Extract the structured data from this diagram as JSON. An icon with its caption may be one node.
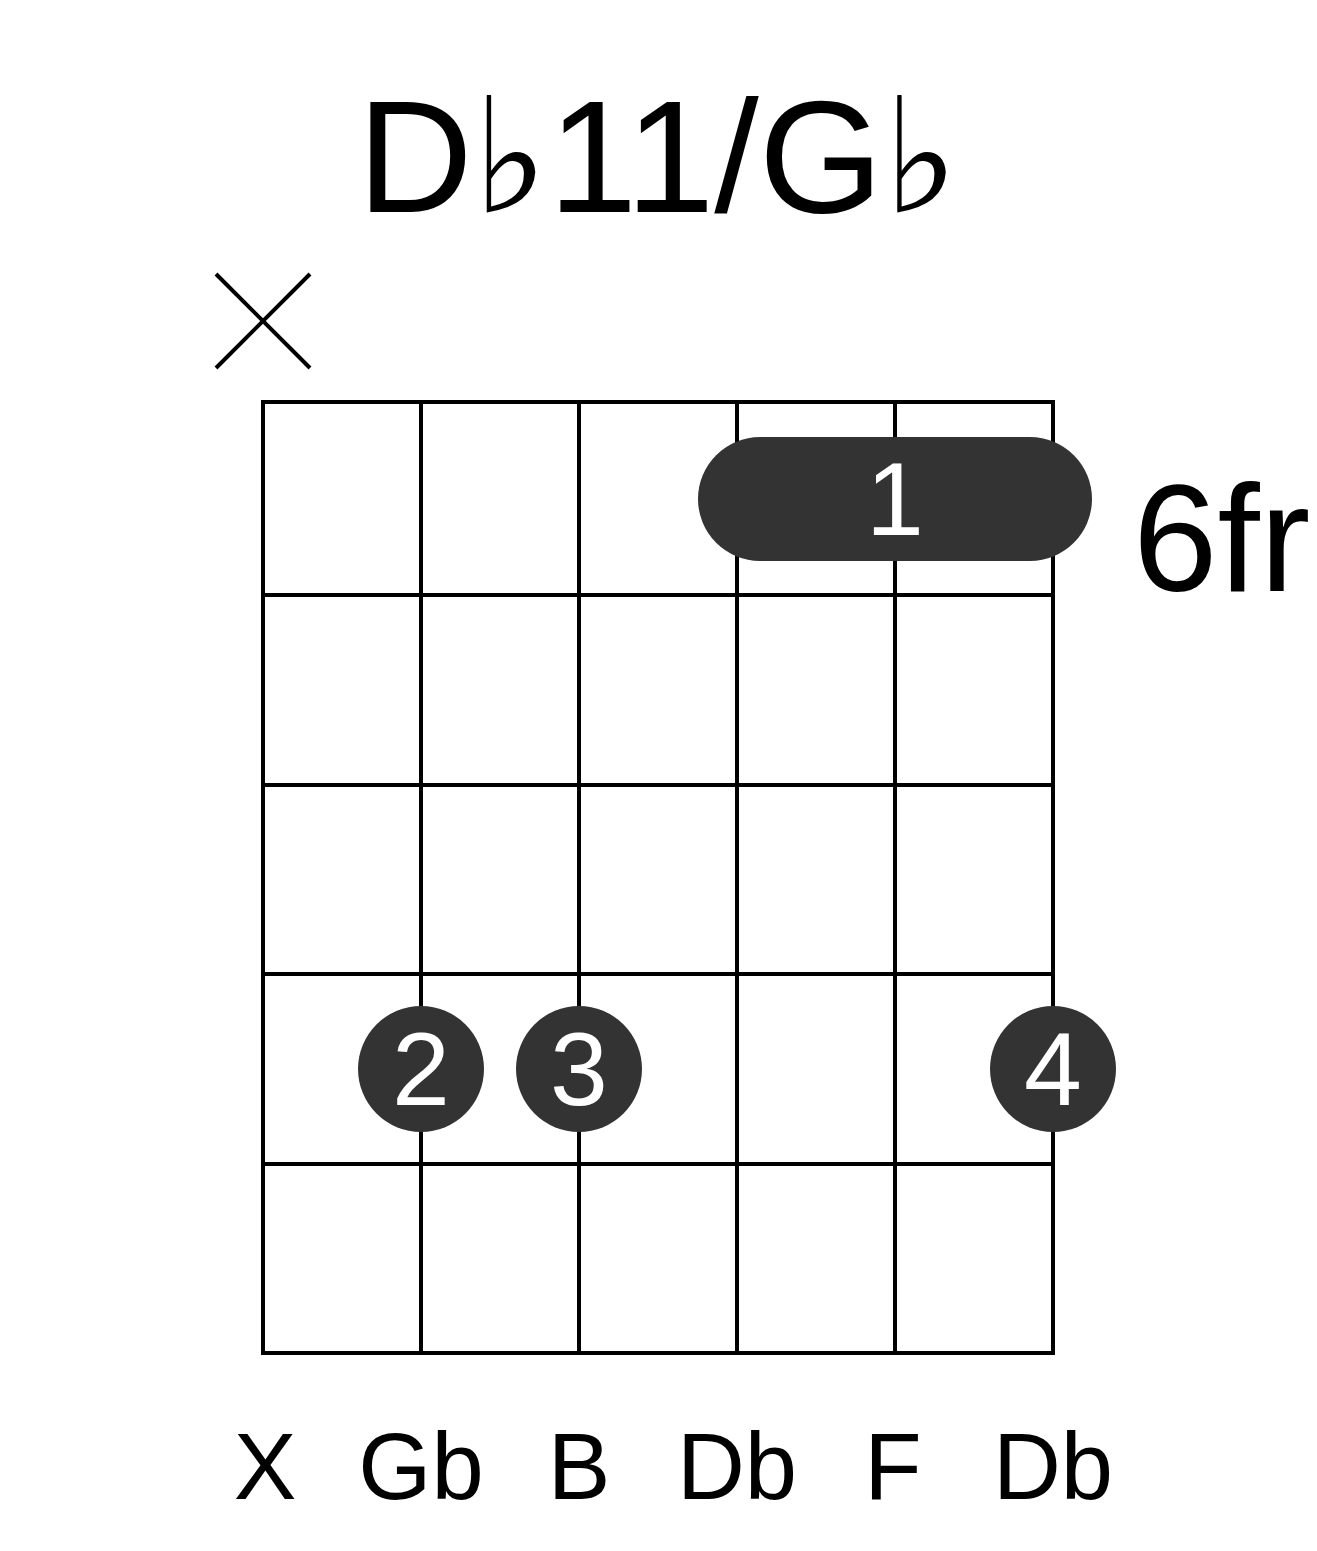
{
  "diagram": {
    "title": "D♭11/G♭",
    "nodes": [
      {
        "text": [
          "1"
        ]
      },
      {
        "text": [
          "2"
        ]
      },
      {
        "text": [
          "3"
        ]
      },
      {
        "text": [
          "4"
        ]
      }
    ],
    "labels": [
      "6fr",
      "X",
      "Gb",
      "B",
      "Db",
      "F",
      "Db"
    ]
  }
}
